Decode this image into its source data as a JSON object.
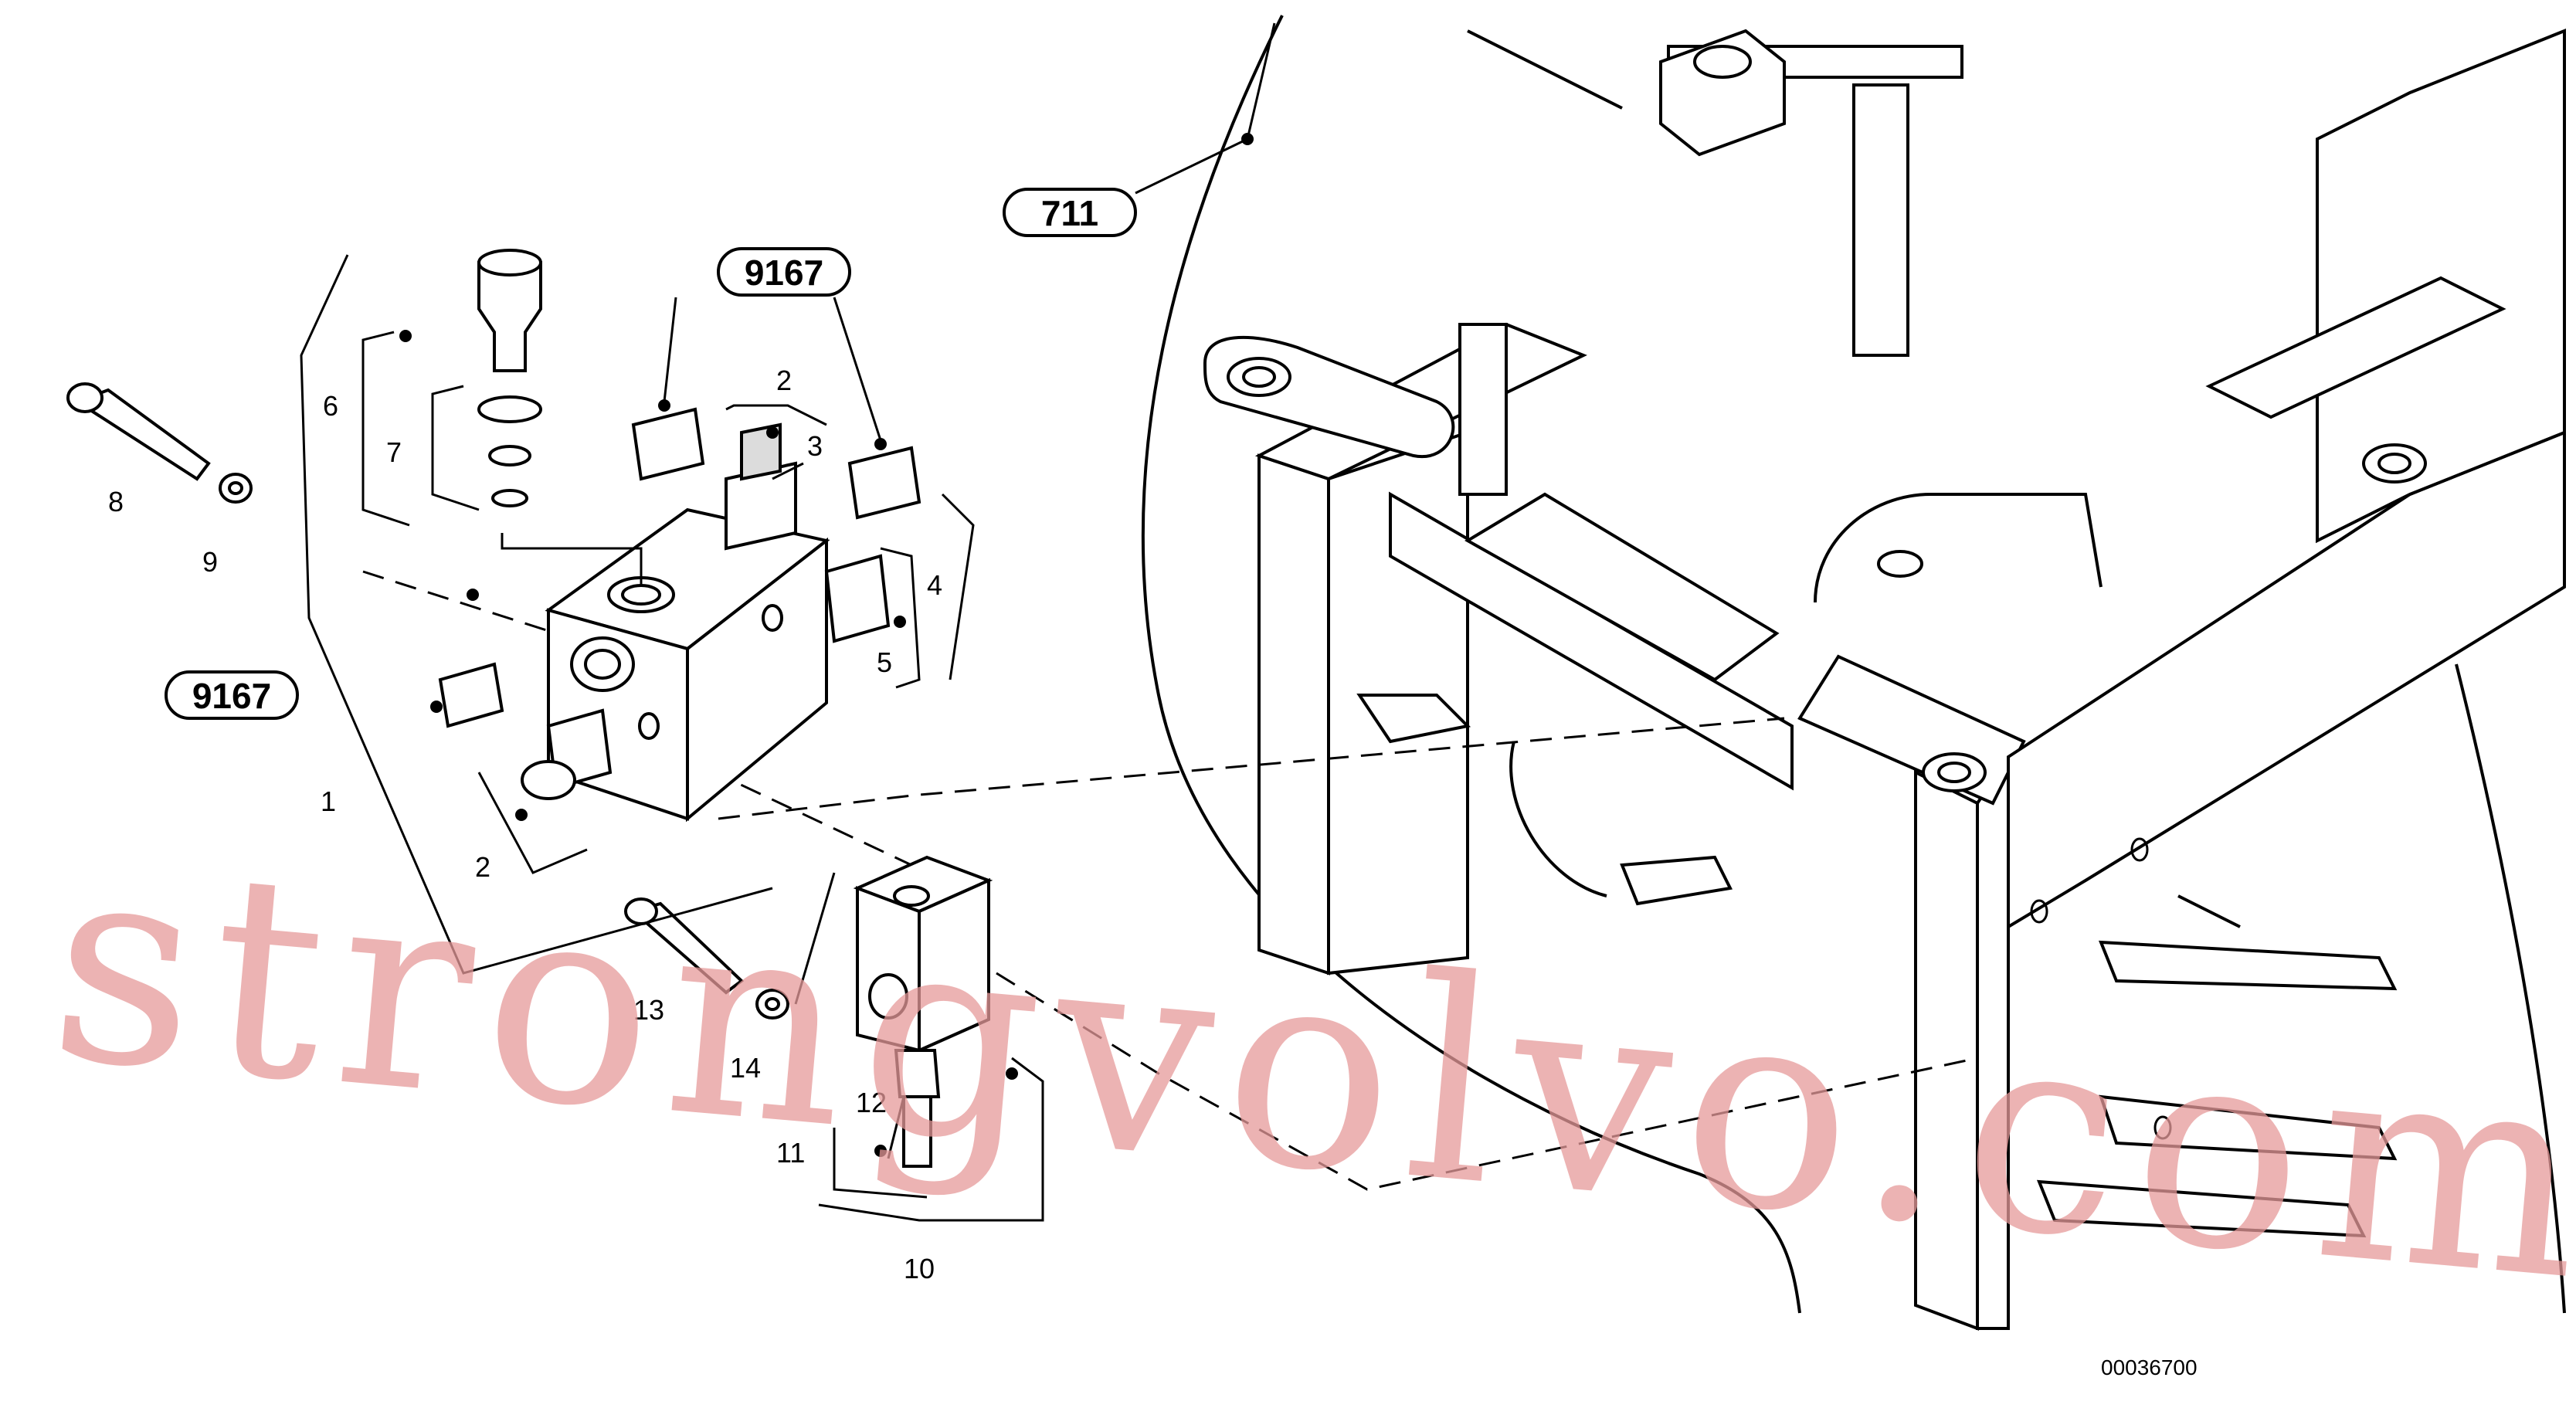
{
  "diagram": {
    "reference_labels": [
      "711",
      "9167",
      "9167"
    ],
    "part_numbers": [
      "1",
      "2",
      "2",
      "3",
      "4",
      "5",
      "6",
      "7",
      "8",
      "9",
      "10",
      "11",
      "12",
      "13",
      "14"
    ],
    "drawing_code": "00036700",
    "watermark": "strongvolvo.com"
  }
}
